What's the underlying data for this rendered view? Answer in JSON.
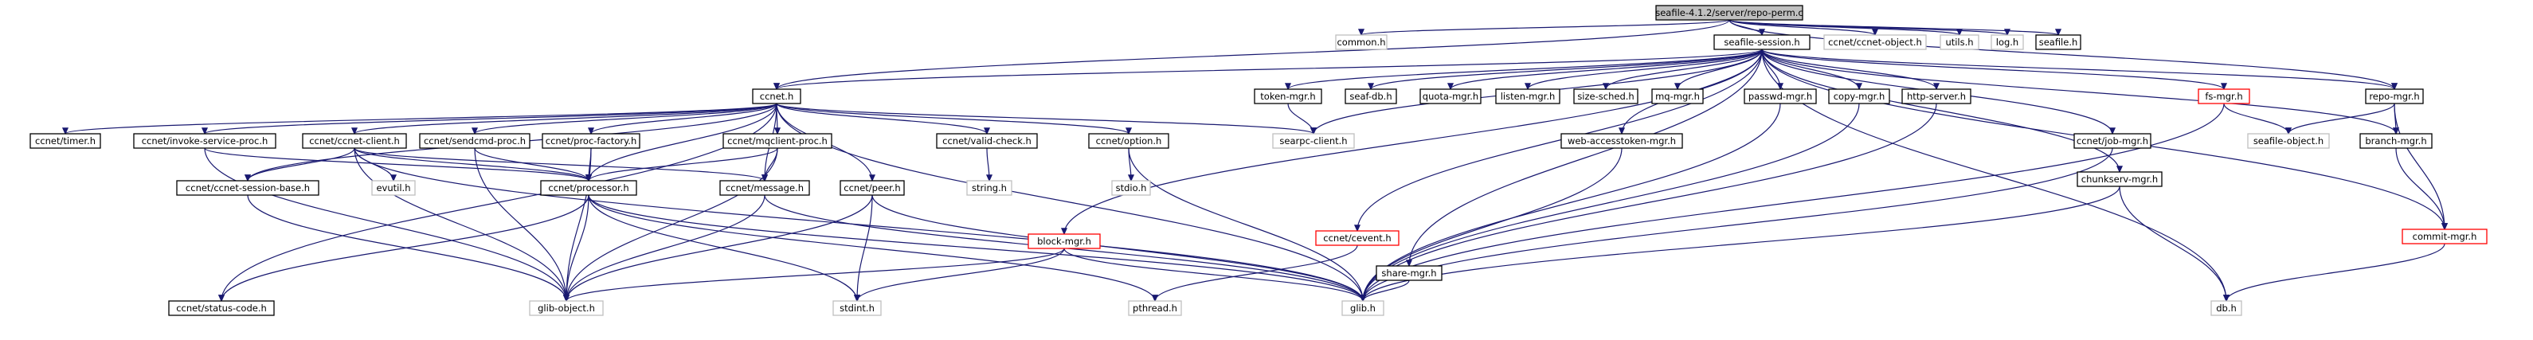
{
  "colors": {
    "edge": "#191970",
    "border_normal": "#000000",
    "border_missing": "#bfbfbf",
    "border_truncated": "#ff0000",
    "fill_normal": "#ffffff",
    "fill_root": "#bfbfbf",
    "text": "#000000"
  },
  "nodes": [
    {
      "id": "root",
      "label": "seafile-4.1.2/server/repo-perm.c",
      "style": "root"
    },
    {
      "id": "common",
      "label": "common.h",
      "style": "missing"
    },
    {
      "id": "session",
      "label": "seafile-session.h",
      "style": "normal"
    },
    {
      "id": "ccnetobj",
      "label": "ccnet/ccnet-object.h",
      "style": "missing"
    },
    {
      "id": "utils",
      "label": "utils.h",
      "style": "missing"
    },
    {
      "id": "log",
      "label": "log.h",
      "style": "missing"
    },
    {
      "id": "seafile",
      "label": "seafile.h",
      "style": "normal"
    },
    {
      "id": "ccnet",
      "label": "ccnet.h",
      "style": "normal"
    },
    {
      "id": "token",
      "label": "token-mgr.h",
      "style": "normal"
    },
    {
      "id": "seafdb",
      "label": "seaf-db.h",
      "style": "normal"
    },
    {
      "id": "quota",
      "label": "quota-mgr.h",
      "style": "normal"
    },
    {
      "id": "listen",
      "label": "listen-mgr.h",
      "style": "normal"
    },
    {
      "id": "sizesched",
      "label": "size-sched.h",
      "style": "normal"
    },
    {
      "id": "mq",
      "label": "mq-mgr.h",
      "style": "normal"
    },
    {
      "id": "passwd",
      "label": "passwd-mgr.h",
      "style": "normal"
    },
    {
      "id": "copy",
      "label": "copy-mgr.h",
      "style": "normal"
    },
    {
      "id": "http",
      "label": "http-server.h",
      "style": "normal"
    },
    {
      "id": "fs",
      "label": "fs-mgr.h",
      "style": "truncated"
    },
    {
      "id": "repo",
      "label": "repo-mgr.h",
      "style": "normal"
    },
    {
      "id": "timer",
      "label": "ccnet/timer.h",
      "style": "normal"
    },
    {
      "id": "invoke",
      "label": "ccnet/invoke-service-proc.h",
      "style": "normal"
    },
    {
      "id": "client",
      "label": "ccnet/ccnet-client.h",
      "style": "normal"
    },
    {
      "id": "sendcmd",
      "label": "ccnet/sendcmd-proc.h",
      "style": "normal"
    },
    {
      "id": "procfac",
      "label": "ccnet/proc-factory.h",
      "style": "normal"
    },
    {
      "id": "mqclient",
      "label": "ccnet/mqclient-proc.h",
      "style": "normal"
    },
    {
      "id": "valid",
      "label": "ccnet/valid-check.h",
      "style": "normal"
    },
    {
      "id": "option",
      "label": "ccnet/option.h",
      "style": "normal"
    },
    {
      "id": "searpc",
      "label": "searpc-client.h",
      "style": "missing"
    },
    {
      "id": "webtoken",
      "label": "web-accesstoken-mgr.h",
      "style": "normal"
    },
    {
      "id": "job",
      "label": "ccnet/job-mgr.h",
      "style": "normal"
    },
    {
      "id": "chunkserv",
      "label": "chunkserv-mgr.h",
      "style": "normal"
    },
    {
      "id": "seafobj",
      "label": "seafile-object.h",
      "style": "missing"
    },
    {
      "id": "branch",
      "label": "branch-mgr.h",
      "style": "normal"
    },
    {
      "id": "sessbase",
      "label": "ccnet/ccnet-session-base.h",
      "style": "normal"
    },
    {
      "id": "evutil",
      "label": "evutil.h",
      "style": "missing"
    },
    {
      "id": "processor",
      "label": "ccnet/processor.h",
      "style": "normal"
    },
    {
      "id": "message",
      "label": "ccnet/message.h",
      "style": "normal"
    },
    {
      "id": "peer",
      "label": "ccnet/peer.h",
      "style": "normal"
    },
    {
      "id": "stringh",
      "label": "string.h",
      "style": "missing"
    },
    {
      "id": "stdio",
      "label": "stdio.h",
      "style": "missing"
    },
    {
      "id": "block",
      "label": "block-mgr.h",
      "style": "truncated"
    },
    {
      "id": "cevent",
      "label": "ccnet/cevent.h",
      "style": "truncated"
    },
    {
      "id": "share",
      "label": "share-mgr.h",
      "style": "normal"
    },
    {
      "id": "commit",
      "label": "commit-mgr.h",
      "style": "truncated"
    },
    {
      "id": "status",
      "label": "ccnet/status-code.h",
      "style": "normal"
    },
    {
      "id": "glibobj",
      "label": "glib-object.h",
      "style": "missing"
    },
    {
      "id": "stdint",
      "label": "stdint.h",
      "style": "missing"
    },
    {
      "id": "pthread",
      "label": "pthread.h",
      "style": "missing"
    },
    {
      "id": "glib",
      "label": "glib.h",
      "style": "missing"
    },
    {
      "id": "db",
      "label": "db.h",
      "style": "missing"
    }
  ],
  "edges": [
    [
      "root",
      "common"
    ],
    [
      "root",
      "session"
    ],
    [
      "root",
      "ccnetobj"
    ],
    [
      "root",
      "utils"
    ],
    [
      "root",
      "log"
    ],
    [
      "root",
      "seafile"
    ],
    [
      "root",
      "repo"
    ],
    [
      "root",
      "ccnet"
    ],
    [
      "session",
      "ccnet"
    ],
    [
      "session",
      "token"
    ],
    [
      "session",
      "seafdb"
    ],
    [
      "session",
      "quota"
    ],
    [
      "session",
      "listen"
    ],
    [
      "session",
      "sizesched"
    ],
    [
      "session",
      "mq"
    ],
    [
      "session",
      "passwd"
    ],
    [
      "session",
      "copy"
    ],
    [
      "session",
      "http"
    ],
    [
      "session",
      "fs"
    ],
    [
      "session",
      "repo"
    ],
    [
      "session",
      "block"
    ],
    [
      "session",
      "cevent"
    ],
    [
      "session",
      "share"
    ],
    [
      "session",
      "webtoken"
    ],
    [
      "session",
      "job"
    ],
    [
      "session",
      "chunkserv"
    ],
    [
      "session",
      "searpc"
    ],
    [
      "session",
      "commit"
    ],
    [
      "session",
      "branch"
    ],
    [
      "session",
      "db"
    ],
    [
      "ccnet",
      "timer"
    ],
    [
      "ccnet",
      "invoke"
    ],
    [
      "ccnet",
      "client"
    ],
    [
      "ccnet",
      "sendcmd"
    ],
    [
      "ccnet",
      "procfac"
    ],
    [
      "ccnet",
      "mqclient"
    ],
    [
      "ccnet",
      "valid"
    ],
    [
      "ccnet",
      "option"
    ],
    [
      "ccnet",
      "searpc"
    ],
    [
      "ccnet",
      "sessbase"
    ],
    [
      "ccnet",
      "processor"
    ],
    [
      "ccnet",
      "message"
    ],
    [
      "ccnet",
      "peer"
    ],
    [
      "ccnet",
      "status"
    ],
    [
      "ccnet",
      "glib"
    ],
    [
      "token",
      "searpc"
    ],
    [
      "invoke",
      "processor"
    ],
    [
      "invoke",
      "glibobj"
    ],
    [
      "client",
      "sessbase"
    ],
    [
      "client",
      "evutil"
    ],
    [
      "client",
      "processor"
    ],
    [
      "client",
      "message"
    ],
    [
      "client",
      "glibobj"
    ],
    [
      "client",
      "glib"
    ],
    [
      "sendcmd",
      "processor"
    ],
    [
      "sendcmd",
      "glibobj"
    ],
    [
      "procfac",
      "processor"
    ],
    [
      "procfac",
      "glibobj"
    ],
    [
      "mqclient",
      "processor"
    ],
    [
      "mqclient",
      "message"
    ],
    [
      "mqclient",
      "glibobj"
    ],
    [
      "valid",
      "stringh"
    ],
    [
      "option",
      "stdio"
    ],
    [
      "option",
      "glib"
    ],
    [
      "sessbase",
      "glibobj"
    ],
    [
      "processor",
      "status"
    ],
    [
      "processor",
      "glibobj"
    ],
    [
      "processor",
      "stdint"
    ],
    [
      "processor",
      "pthread"
    ],
    [
      "processor",
      "glib"
    ],
    [
      "message",
      "glibobj"
    ],
    [
      "message",
      "glib"
    ],
    [
      "peer",
      "stdint"
    ],
    [
      "peer",
      "glibobj"
    ],
    [
      "peer",
      "glib"
    ],
    [
      "block",
      "glibobj"
    ],
    [
      "block",
      "stdint"
    ],
    [
      "block",
      "glib"
    ],
    [
      "cevent",
      "pthread"
    ],
    [
      "share",
      "glib"
    ],
    [
      "webtoken",
      "glib"
    ],
    [
      "passwd",
      "glib"
    ],
    [
      "copy",
      "glib"
    ],
    [
      "http",
      "glib"
    ],
    [
      "job",
      "glib"
    ],
    [
      "chunkserv",
      "db"
    ],
    [
      "chunkserv",
      "glib"
    ],
    [
      "fs",
      "seafobj"
    ],
    [
      "fs",
      "glib"
    ],
    [
      "repo",
      "seafobj"
    ],
    [
      "repo",
      "branch"
    ],
    [
      "repo",
      "commit"
    ],
    [
      "branch",
      "commit"
    ],
    [
      "commit",
      "db"
    ]
  ]
}
